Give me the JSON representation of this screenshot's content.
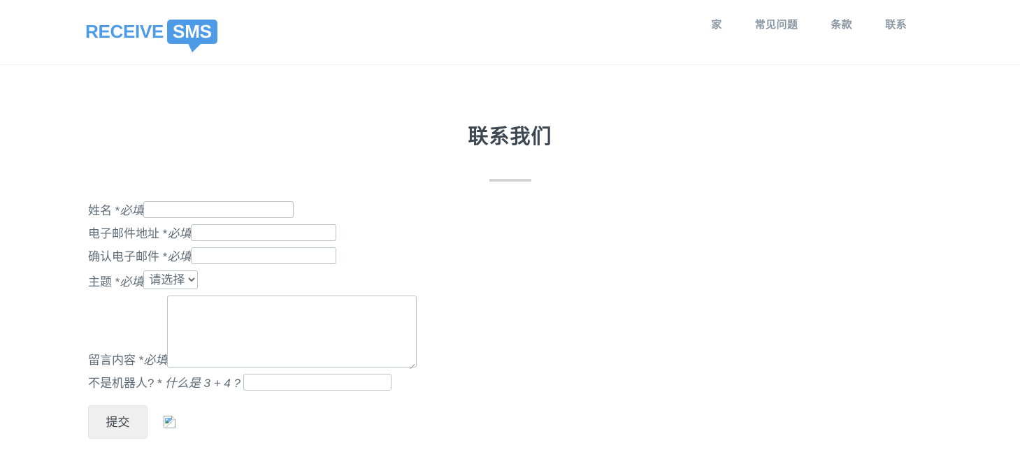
{
  "header": {
    "logo": {
      "word": "RECEIVE",
      "badge": "SMS",
      "color": "#4d9be6"
    },
    "nav": [
      {
        "label": "家"
      },
      {
        "label": "常见问题"
      },
      {
        "label": "条款"
      },
      {
        "label": "联系"
      }
    ]
  },
  "page": {
    "title": "联系我们"
  },
  "form": {
    "fields": [
      {
        "label": "姓名 *",
        "required_text": "必填",
        "value": "",
        "placeholder": ""
      },
      {
        "label": "电子邮件地址 *",
        "required_text": "必填",
        "value": "",
        "placeholder": ""
      },
      {
        "label": "确认电子邮件 *",
        "required_text": "必填",
        "value": "",
        "placeholder": ""
      }
    ],
    "subject": {
      "label": "主题 *",
      "required_text": "必填",
      "selected": "请选择",
      "options": [
        "请选择"
      ]
    },
    "message": {
      "label": "留言内容 *",
      "required_text": "必填",
      "value": "",
      "placeholder": ""
    },
    "captcha": {
      "label": "不是机器人? *",
      "question": "什么是 3 + 4 ?",
      "value": "",
      "placeholder": ""
    },
    "submit_label": "提交"
  }
}
